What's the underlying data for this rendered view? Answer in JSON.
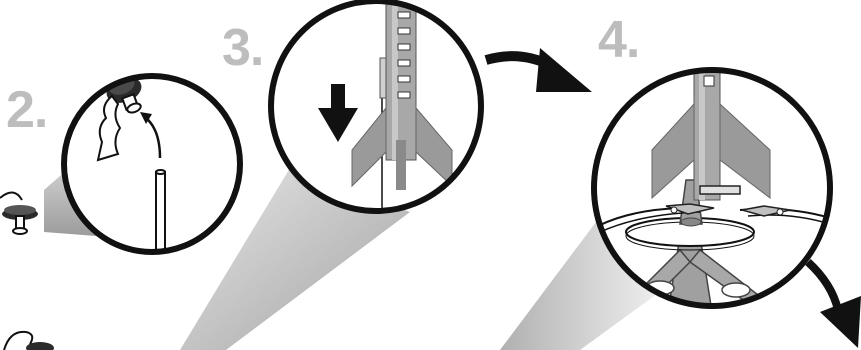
{
  "steps": [
    {
      "number": "2."
    },
    {
      "number": "3."
    },
    {
      "number": "4."
    }
  ],
  "colors": {
    "background": "#ffffff",
    "step_number": "#bdbdbd",
    "outline": "#111111",
    "rocket_body": "#a8a8a8",
    "rocket_fin": "#9a9a9a",
    "arrow": "#111111",
    "beam_light": "#e8e8e8",
    "beam_dark": "#9e9e9e"
  },
  "icons": [
    "launch-rod-icon",
    "engine-plug-icon",
    "recovery-wadding-icon",
    "down-arrow-icon",
    "curved-arrow-icon",
    "rocket-icon",
    "launch-pad-icon",
    "launch-clip-icon"
  ]
}
